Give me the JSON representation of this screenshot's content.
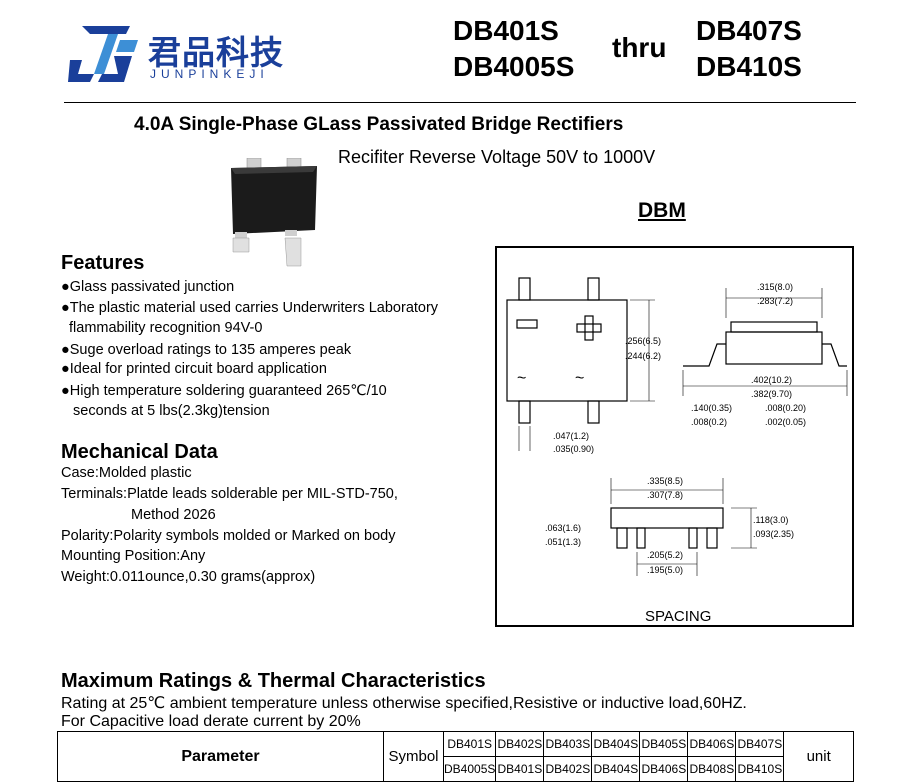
{
  "header": {
    "brand_cn": "君品科技",
    "brand_en": "JUNPINKEJI",
    "part_from_1": "DB401S",
    "part_from_2": "DB4005S",
    "thru": "thru",
    "part_to_1": "DB407S",
    "part_to_2": "DB410S"
  },
  "title": "4.0A Single-Phase GLass Passivated Bridge Rectifiers",
  "voltage_range": "Recifiter Reverse Voltage 50V to 1000V",
  "package": "DBM",
  "features": {
    "title": "Features",
    "items": [
      {
        "bullet": "●",
        "line1": "Glass passivated junction",
        "line2": ""
      },
      {
        "bullet": "●",
        "line1": "The plastic material used carries Underwriters Laboratory",
        "line2": "flammability recognition 94V-0"
      },
      {
        "bullet": "●",
        "line1": "Suge overload ratings to 135 amperes peak",
        "line2": ""
      },
      {
        "bullet": "●",
        "line1": "Ideal for printed circuit board application",
        "line2": ""
      },
      {
        "bullet": "●",
        "line1": "High temperature soldering guaranteed 265℃/10",
        "line2": "seconds at 5 lbs(2.3kg)tension"
      }
    ]
  },
  "mechanical": {
    "title": "Mechanical Data",
    "lines": [
      "Case:Molded plastic",
      "Terminals:Platde leads solderable per MIL-STD-750,",
      "Method 2026",
      "Polarity:Polarity symbols molded or Marked on body",
      "Mounting Position:Any",
      "Weight:0.011ounce,0.30 grams(approx)"
    ]
  },
  "drawing": {
    "dims": {
      "w1": ".256(6.5)",
      "w2": ".244(6.2)",
      "l1": ".315(8.0)",
      "l2": ".283(7.2)",
      "o1": ".402(10.2)",
      "o2": ".382(9.70)",
      "t1": ".140(0.35)",
      "t2": ".008(0.2)",
      "f1": ".008(0.20)",
      "f2": ".002(0.05)",
      "p1": ".047(1.2)",
      "p2": ".035(0.90)",
      "b1": ".335(8.5)",
      "b2": ".307(7.8)",
      "h1": ".063(1.6)",
      "h2": ".051(1.3)",
      "ht1": ".118(3.0)",
      "ht2": ".093(2.35)",
      "s1": ".205(5.2)",
      "s2": ".195(5.0)"
    },
    "symbols": {
      "minus": "−",
      "plus": "+",
      "ac": "~"
    },
    "spacing_label": "SPACING"
  },
  "ratings": {
    "title": "Maximum Ratings & Thermal Characteristics",
    "note1": "Rating at 25℃ ambient temperature unless otherwise specified,Resistive or inductive load,60HZ.",
    "note2": "For Capacitive load derate current by 20%",
    "table": {
      "param_header": "Parameter",
      "symbol_header": "Symbol",
      "unit_header": "unit",
      "row1": [
        "DB401S",
        "DB402S",
        "DB403S",
        "DB404S",
        "DB405S",
        "DB406S",
        "DB407S"
      ],
      "row2": [
        "DB4005S",
        "DB401S",
        "DB402S",
        "DB404S",
        "DB406S",
        "DB408S",
        "DB410S"
      ]
    }
  },
  "colors": {
    "brand_blue": "#1a3f9a",
    "logo_light": "#3d8fd6"
  }
}
